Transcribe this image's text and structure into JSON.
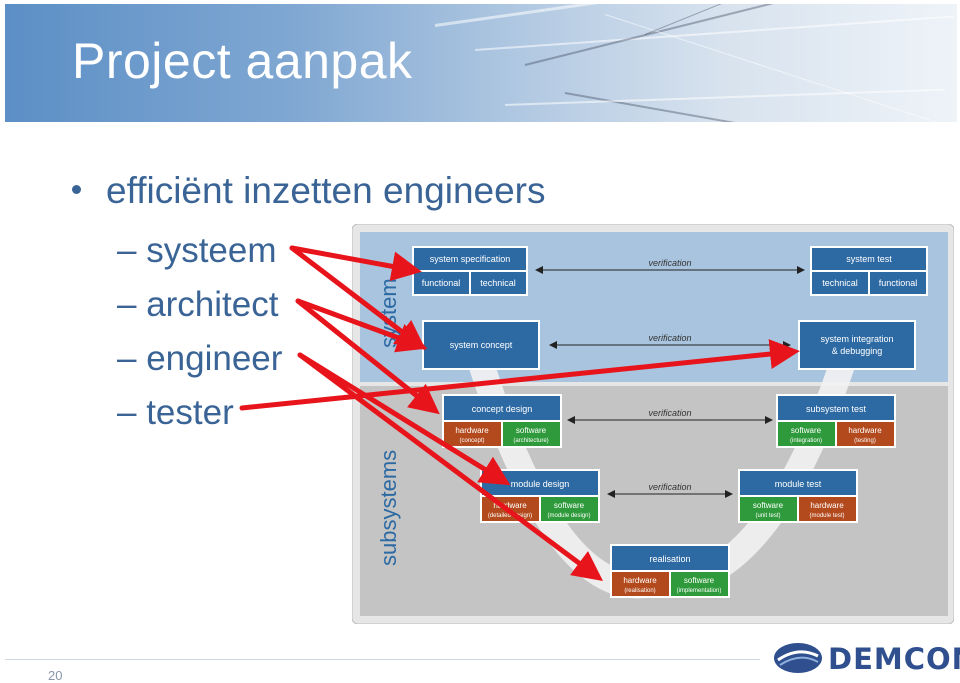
{
  "slide": {
    "title": "Project aanpak",
    "bullet": "efficiënt inzetten engineers",
    "sub_items": [
      "– systeem",
      "– architect",
      "– engineer",
      "– tester"
    ],
    "page_number": "20",
    "logo_text": "DEMCON"
  },
  "diagram": {
    "level_system": "system",
    "level_subsystems": "subsystems",
    "verification": [
      "verification",
      "verification",
      "verification",
      "verification"
    ],
    "left": {
      "system_specification": "system specification",
      "functional": "functional",
      "technical": "technical",
      "system_concept": "system concept",
      "concept_design": "concept design",
      "hardware": "hardware",
      "concept_sub": "(concept)",
      "software": "software",
      "architecture_sub": "(architecture)",
      "module_design": "module design",
      "detailed_design_sub": "(detailed design)",
      "module_design_sub": "(module design)"
    },
    "bottom": {
      "realisation": "realisation",
      "hardware": "hardware",
      "realisation_sub": "(realisation)",
      "software": "software",
      "implementation_sub": "(implementation)"
    },
    "right": {
      "system_test": "system test",
      "technical": "technical",
      "functional": "functional",
      "system_integration_1": "system integration",
      "system_integration_2": "& debugging",
      "subsystem_test": "subsystem test",
      "software": "software",
      "integration_sub": "(integration)",
      "hardware": "hardware",
      "testing_sub": "(testing)",
      "module_test": "module test",
      "unit_test_sub": "(unit test)",
      "module_test_sub": "(module test)"
    }
  },
  "colors": {
    "title_text": "#ffffff",
    "body_text": "#3a6496",
    "box_blue": "#2d6aa3",
    "box_hardware": "#b34a1d",
    "box_software": "#2f9a3b",
    "arrow_red": "#e8141b",
    "panel_top": "#a9c4de",
    "panel_bottom": "#c4c4c4",
    "logo_blue": "#2f4f8e"
  }
}
